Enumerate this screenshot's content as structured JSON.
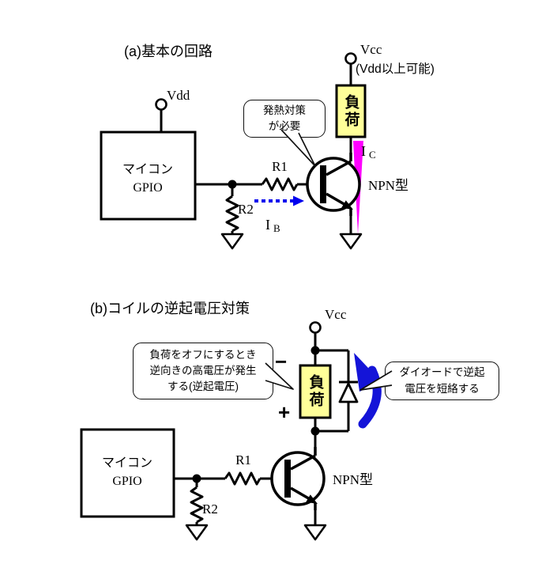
{
  "section_a": {
    "title": "(a)基本の回路",
    "vdd_label": "Vdd",
    "vcc_label": "Vcc",
    "vcc_note": "(Vdd以上可能)",
    "load_label": "負荷",
    "mcu_line1": "マイコン",
    "mcu_line2": "GPIO",
    "r1_label": "R1",
    "r2_label": "R2",
    "ib_label": {
      "main": "I",
      "sub": "B"
    },
    "ic_label": {
      "main": "I",
      "sub": "C"
    },
    "transistor_label": "NPN型",
    "bubble": {
      "line1": "発熱対策",
      "line2": "が必要"
    }
  },
  "section_b": {
    "title": "(b)コイルの逆起電圧対策",
    "vcc_label": "Vcc",
    "load_label": "負荷",
    "minus_label": "−",
    "plus_label": "+",
    "mcu_line1": "マイコン",
    "mcu_line2": "GPIO",
    "r1_label": "R1",
    "r2_label": "R2",
    "transistor_label": "NPN型",
    "bubble_left": {
      "line1": "負荷をオフにするとき",
      "line2": "逆向きの高電圧が発生",
      "line3": "する(逆起電圧)"
    },
    "bubble_right": {
      "line1": "ダイオードで逆起",
      "line2": "電圧を短絡する"
    }
  },
  "colors": {
    "wire": "#000000",
    "load_fill": "#FFFF99",
    "ic_arrow": "#FF00FF",
    "ic_text": "#FF0000",
    "ib_arrow": "#0000EE",
    "flyback_arrow": "#1414D8"
  }
}
